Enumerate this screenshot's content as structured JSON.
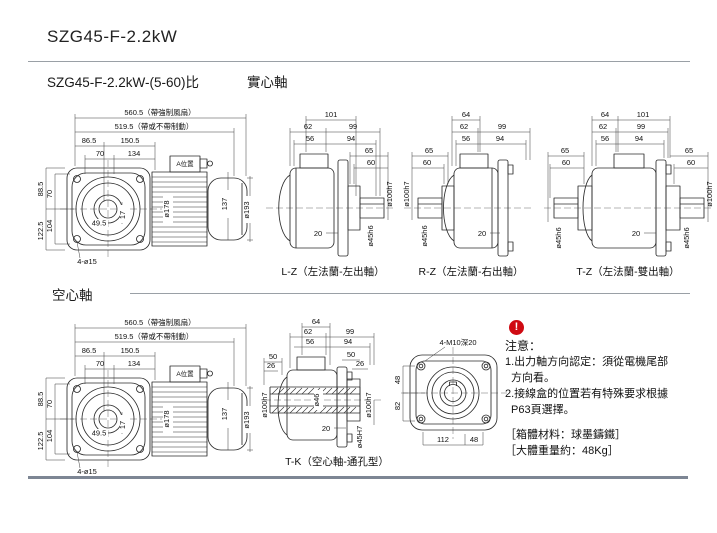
{
  "header": {
    "title": "SZG45-F-2.2kW",
    "model_line": "SZG45-F-2.2kW-(5-60)比",
    "shaft_type": "實心軸",
    "hollow_heading": "空心軸"
  },
  "front_view": {
    "dim_overall_fan": "560.5（帶強制風扇）",
    "dim_overall_brake": "519.5（帶或不帶制動）",
    "dim_86_5": "86.5",
    "dim_150_5": "150.5",
    "dim_70_top": "70",
    "dim_134": "134",
    "terminal_box": "A位置",
    "dim_137": "137",
    "dim_d178": "ø178",
    "dim_d193": "ø193",
    "dim_88_5": "88.5",
    "dim_122_5": "122.5",
    "dim_70_left": "70",
    "dim_104": "104",
    "dim_49_5": "49.5",
    "dim_17": "17",
    "dim_holes": "4-ø15"
  },
  "view_lz": {
    "caption": "L-Z（左法蘭-左出軸）",
    "dim_101": "101",
    "dim_62": "62",
    "dim_99": "99",
    "dim_56": "56",
    "dim_94": "94",
    "dim_65": "65",
    "dim_60": "60",
    "dim_pilot": "ø100h7",
    "dim_shaft": "ø45h6",
    "dim_20": "20"
  },
  "view_rz": {
    "caption": "R-Z（左法蘭-右出軸）",
    "dim_64": "64",
    "dim_62": "62",
    "dim_99": "99",
    "dim_56": "56",
    "dim_94": "94",
    "dim_65": "65",
    "dim_60": "60",
    "dim_pilot": "ø100h7",
    "dim_shaft": "ø45h6",
    "dim_20": "20"
  },
  "view_tz": {
    "caption": "T-Z（左法蘭-雙出軸）",
    "dim_64": "64",
    "dim_101": "101",
    "dim_62": "62",
    "dim_99": "99",
    "dim_56": "56",
    "dim_94": "94",
    "dim_65_left": "65",
    "dim_65_right": "65",
    "dim_60_left": "60",
    "dim_60_right": "60",
    "dim_shaft_left": "ø45h6",
    "dim_shaft_right": "ø45h6",
    "dim_pilot": "ø100h7",
    "dim_20": "20"
  },
  "view_tk": {
    "caption": "T-K（空心軸-通孔型）",
    "dim_64": "64",
    "dim_62": "62",
    "dim_99": "99",
    "dim_56": "56",
    "dim_94": "94",
    "dim_50_left": "50",
    "dim_26_left": "26",
    "dim_50_right": "50",
    "dim_26_right": "26",
    "dim_pilot_left": "ø100h7",
    "dim_bore": "ø46",
    "dim_pilot_right": "ø100h7",
    "dim_hollow": "ø45H7",
    "dim_20": "20"
  },
  "flange_face": {
    "tap_label": "4-M10深20",
    "dim_112": "112",
    "dim_48_bottom": "48",
    "dim_48_left": "48",
    "dim_82": "82"
  },
  "notes": {
    "alert": "!",
    "heading": "注意：",
    "line1": "1.出力軸方向認定：須從電機尾部",
    "line1b": "方向看。",
    "line2": "2.接線盒的位置若有特殊要求根據",
    "line2b": "P63頁選擇。",
    "material": "［箱體材料：球墨鑄鐵］",
    "weight": "［大體重量約：48Kg］"
  },
  "colors": {
    "alert_red": "#cf0a12",
    "divider_grey": "#9aa0a6",
    "footer_bar": "#7d8694"
  }
}
